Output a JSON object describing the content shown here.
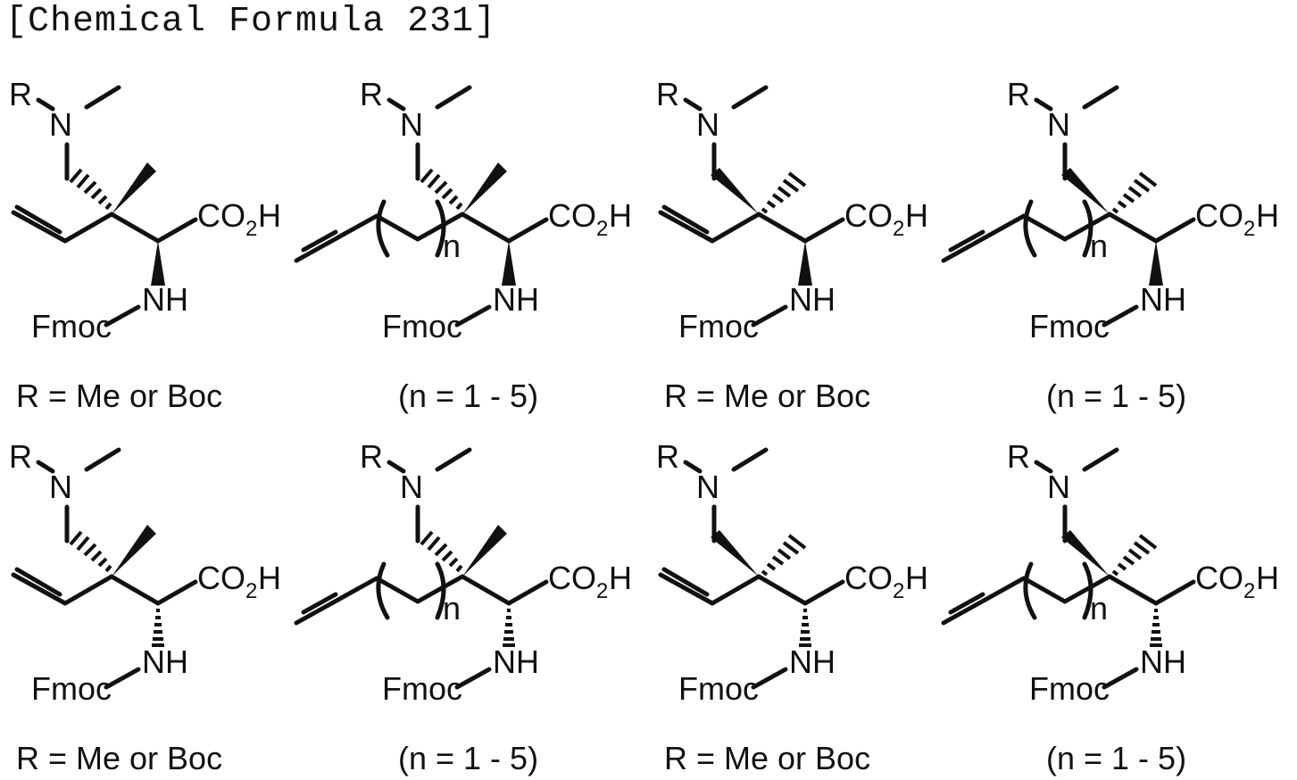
{
  "title": "[Chemical Formula 231]",
  "labels": {
    "R": "R",
    "N": "N",
    "CO": "CO",
    "two": "2",
    "H": "H",
    "NH": "NH",
    "Fmoc": "Fmoc",
    "n": "n"
  },
  "structures": [
    {
      "row": 1,
      "col": 1,
      "chain": "vinyl",
      "ch2n_bond": "hashed",
      "methyl_bond": "wedge",
      "nh_bond": "wedge",
      "caption": "R = Me or Boc"
    },
    {
      "row": 1,
      "col": 2,
      "chain": "homologated",
      "ch2n_bond": "hashed",
      "methyl_bond": "wedge",
      "nh_bond": "wedge",
      "caption": "(n = 1 - 5)"
    },
    {
      "row": 1,
      "col": 3,
      "chain": "vinyl",
      "ch2n_bond": "wedge",
      "methyl_bond": "hashed",
      "nh_bond": "wedge",
      "caption": "R = Me or Boc"
    },
    {
      "row": 1,
      "col": 4,
      "chain": "homologated",
      "ch2n_bond": "wedge",
      "methyl_bond": "hashed",
      "nh_bond": "wedge",
      "caption": "(n = 1 - 5)"
    },
    {
      "row": 2,
      "col": 1,
      "chain": "vinyl",
      "ch2n_bond": "hashed",
      "methyl_bond": "wedge",
      "nh_bond": "hashed",
      "caption": "R = Me or Boc"
    },
    {
      "row": 2,
      "col": 2,
      "chain": "homologated",
      "ch2n_bond": "hashed",
      "methyl_bond": "wedge",
      "nh_bond": "hashed",
      "caption": "(n = 1 - 5)"
    },
    {
      "row": 2,
      "col": 3,
      "chain": "vinyl",
      "ch2n_bond": "wedge",
      "methyl_bond": "hashed",
      "nh_bond": "hashed",
      "caption": "R = Me or Boc"
    },
    {
      "row": 2,
      "col": 4,
      "chain": "homologated",
      "ch2n_bond": "wedge",
      "methyl_bond": "hashed",
      "nh_bond": "hashed",
      "caption": "(n = 1 - 5)"
    }
  ]
}
